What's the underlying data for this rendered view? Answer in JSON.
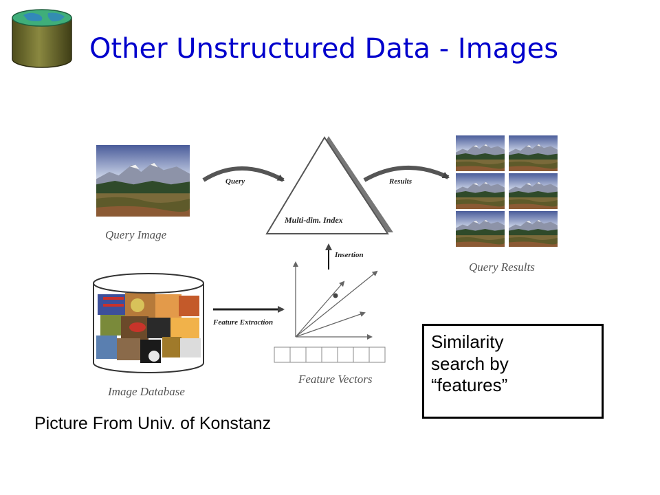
{
  "title": "Other Unstructured Data - Images",
  "diagram": {
    "query_arrow_label": "Query",
    "results_arrow_label": "Results",
    "index_label": "Multi-dim. Index",
    "insertion_label": "Insertion",
    "feature_extraction_label": "Feature Extraction",
    "query_image_caption": "Query Image",
    "query_results_caption": "Query Results",
    "image_database_caption": "Image Database",
    "feature_vectors_caption": "Feature Vectors"
  },
  "credit": "Picture From Univ. of Konstanz",
  "note": {
    "line1": "Similarity",
    "line2": "search by",
    "line3": "“features”"
  },
  "colors": {
    "title": "#0000cc",
    "logo_body": "#6b6a2e",
    "logo_top": "#3fae7a"
  }
}
